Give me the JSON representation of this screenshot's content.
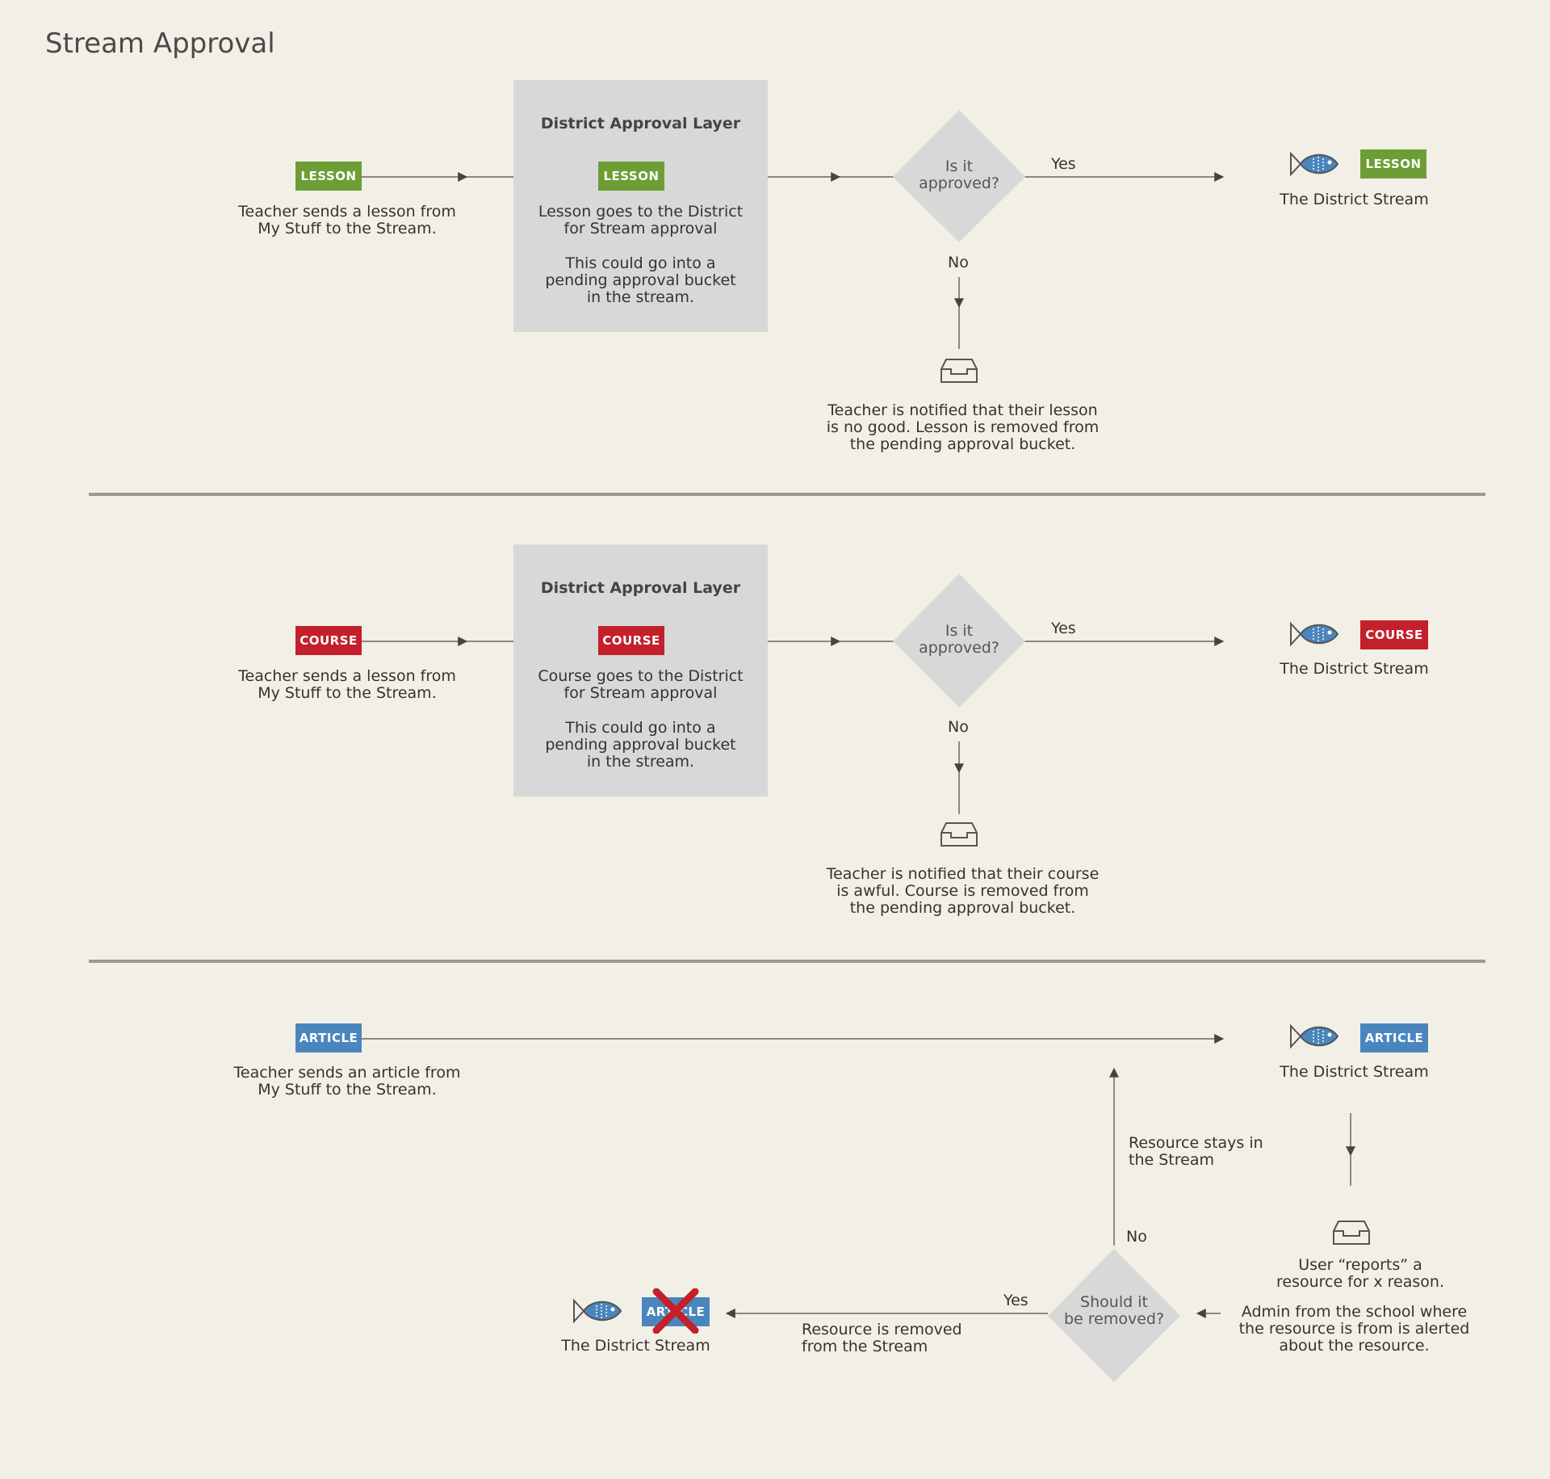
{
  "title": "Stream Approval",
  "colors": {
    "lesson": "#6d9e35",
    "course": "#c3202b",
    "article": "#4a86bd",
    "block": "#d8d8d8",
    "background": "#f2f0e6"
  },
  "lesson_flow": {
    "tag": "LESSON",
    "source_text": "Teacher sends a lesson from\nMy Stuff to the Stream.",
    "block_title": "District Approval Layer",
    "block_text_1": "Lesson goes to the District\nfor Stream approval",
    "block_text_2": "This could go into a\npending approval bucket\nin the stream.",
    "decision": "Is it\napproved?",
    "yes": "Yes",
    "no": "No",
    "destination": "The District Stream",
    "rejected_text": "Teacher is notified that their lesson\nis no good. Lesson is removed from\nthe pending approval bucket."
  },
  "course_flow": {
    "tag": "COURSE",
    "source_text": "Teacher sends a lesson from\nMy Stuff to the Stream.",
    "block_title": "District Approval Layer",
    "block_text_1": "Course goes to the District\nfor Stream approval",
    "block_text_2": "This could go into a\npending approval bucket\nin the stream.",
    "decision": "Is it\napproved?",
    "yes": "Yes",
    "no": "No",
    "destination": "The District Stream",
    "rejected_text": "Teacher is notified that their course\nis awful. Course is removed from\nthe pending approval bucket."
  },
  "article_flow": {
    "tag": "ARTICLE",
    "source_text": "Teacher sends an article from\nMy Stuff to the Stream.",
    "destination": "The District Stream",
    "report_text": "User “reports” a\nresource for x reason.",
    "admin_text": "Admin from the school where\nthe resource is from is alerted\nabout the resource.",
    "decision": "Should it\nbe removed?",
    "yes": "Yes",
    "no": "No",
    "stays_text": "Resource stays in\nthe Stream",
    "removed_text": "Resource is removed\nfrom the Stream",
    "removed_destination": "The District Stream",
    "removed_tag": "ARTICLE"
  }
}
